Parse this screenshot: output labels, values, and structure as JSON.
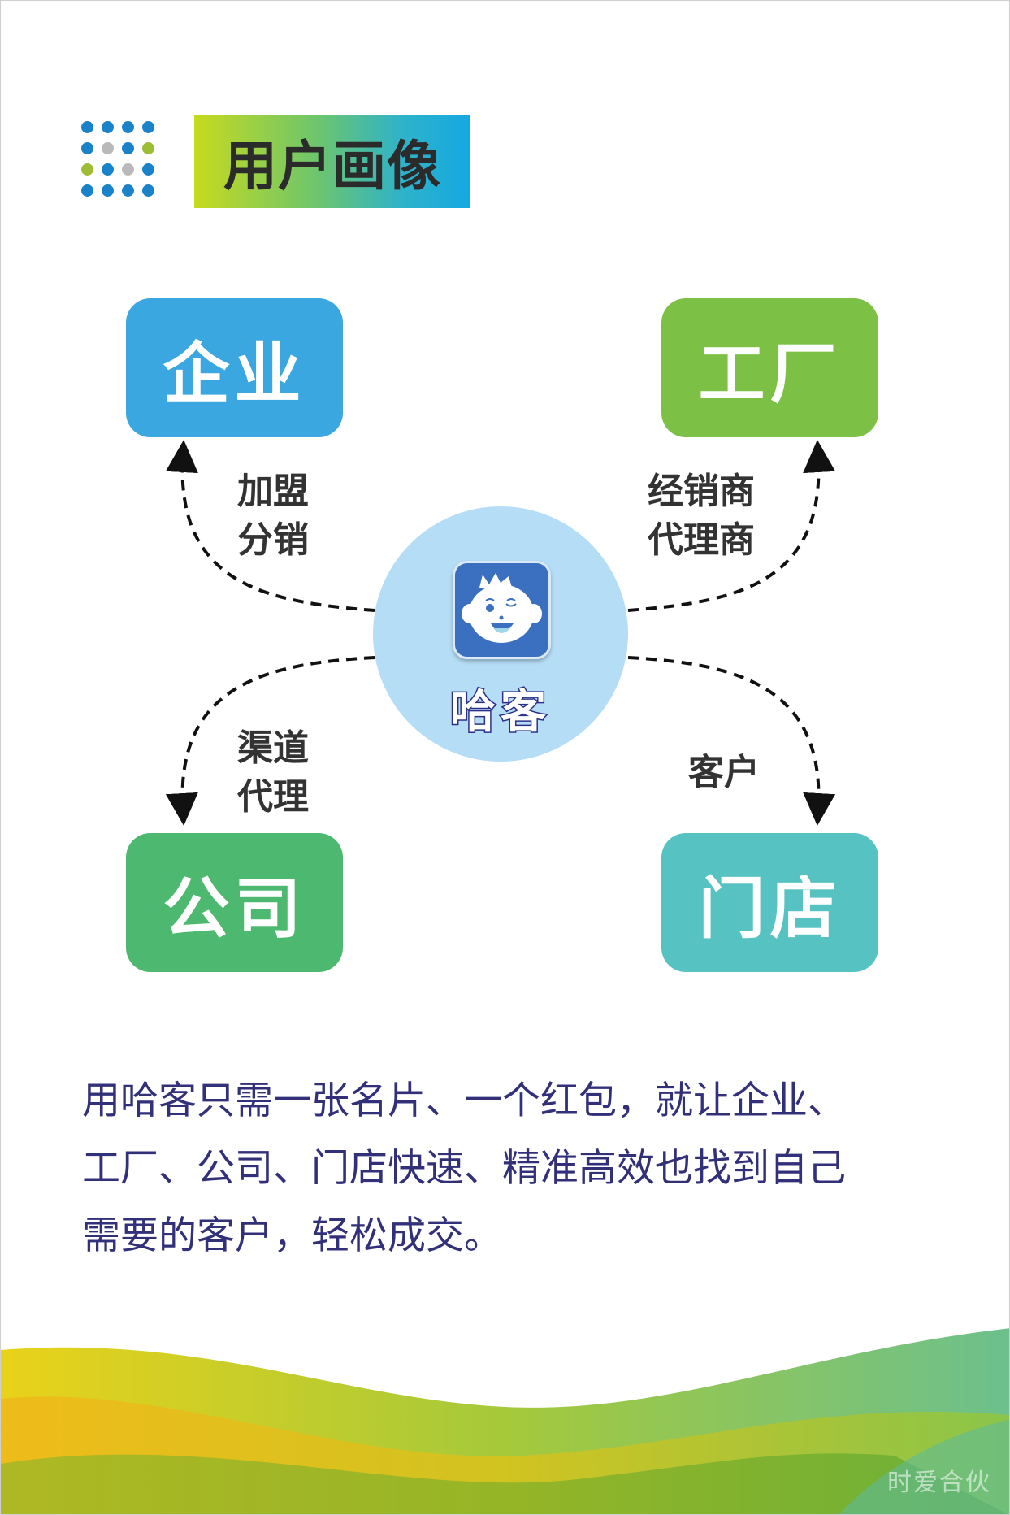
{
  "header": {
    "title": "用户画像"
  },
  "colors": {
    "blue": "#3aa7e0",
    "green": "#7cc046",
    "company_green": "#4db86f",
    "teal": "#56c2c1",
    "circle": "#b5ddf6",
    "text": "#33307a"
  },
  "center": {
    "brand": "哈客",
    "icon": "mascot-face-icon"
  },
  "nodes": {
    "top_left": "企业",
    "top_right": "工厂",
    "bottom_left": "公司",
    "bottom_right": "门店"
  },
  "links": {
    "top_left": [
      "加盟",
      "分销"
    ],
    "top_right": [
      "经销商",
      "代理商"
    ],
    "bottom_left": [
      "渠道",
      "代理"
    ],
    "bottom_right": [
      "客户"
    ]
  },
  "description": [
    "用哈客只需一张名片、一个红包，就让企业、",
    "工厂、公司、门店快速、精准高效也找到自己",
    "需要的客户，轻松成交。"
  ],
  "watermark": "时爱合伙"
}
